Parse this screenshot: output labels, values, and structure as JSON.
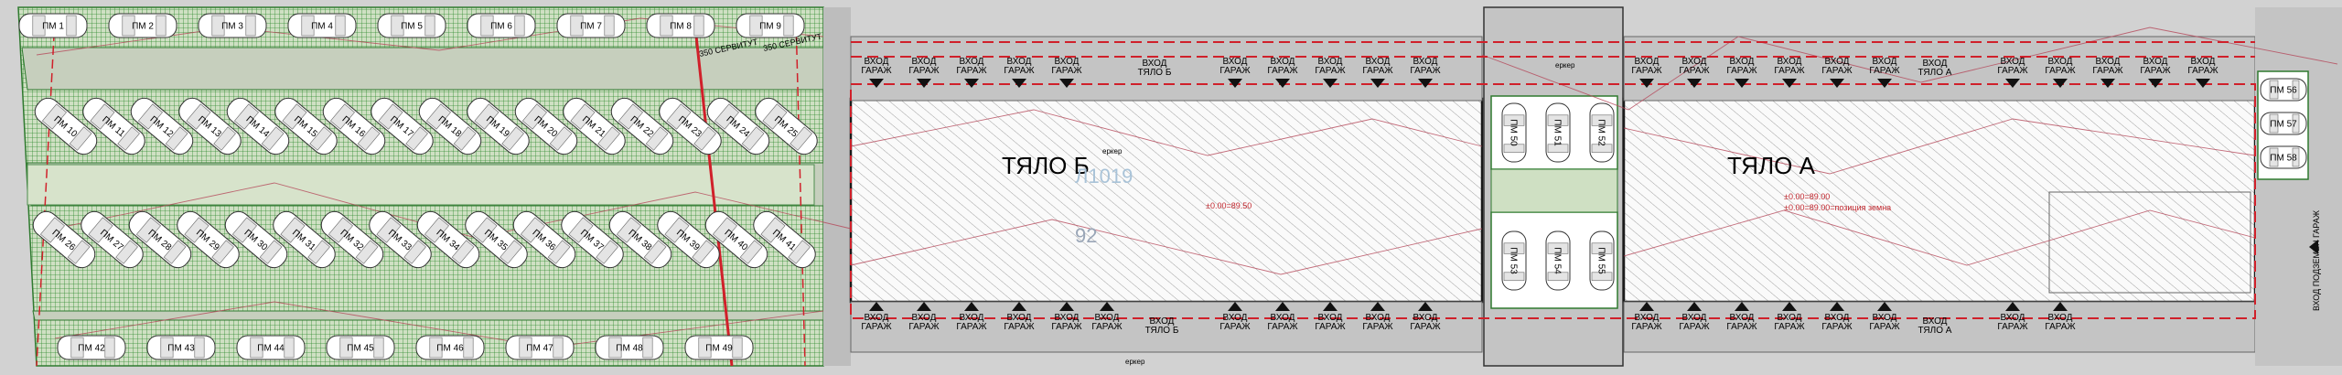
{
  "buildings": {
    "b": {
      "label": "ТЯЛО Б",
      "watermark": "Л1019",
      "number": "92",
      "elevation": "±0.00=89.50",
      "note": "еркер"
    },
    "a": {
      "label": "ТЯЛО А",
      "elevation_1": "±0.00=89.00",
      "elevation_2": "±0.00=89.00=позиция земна"
    }
  },
  "servitude_labels": [
    "350 СЕРВИТУТ",
    "350 СЕРВИТУТ"
  ],
  "garage_entry": {
    "line1": "ВХОД",
    "line2": "ГАРАЖ"
  },
  "building_entries": {
    "b_top": {
      "line1": "ВХОД",
      "line2": "ТЯЛО Б"
    },
    "b_bottom": {
      "line1": "ВХОД",
      "line2": "ТЯЛО Б"
    },
    "a_top": {
      "line1": "ВХОД",
      "line2": "ТЯЛО А"
    },
    "a_bottom": {
      "line1": "ВХОД",
      "line2": "ТЯЛО А"
    }
  },
  "bay_note": "еркер",
  "side_entry": "ВХОД ПОДЗЕМЕН ГАРАЖ",
  "parking_rows": {
    "top": [
      "ПМ 1",
      "ПМ 2",
      "ПМ 3",
      "ПМ 4",
      "ПМ 5",
      "ПМ 6",
      "ПМ 7",
      "ПМ 8",
      "ПМ 9"
    ],
    "diag1": [
      "ПМ 10",
      "ПМ 11",
      "ПМ 12",
      "ПМ 13",
      "ПМ 14",
      "ПМ 15",
      "ПМ 16",
      "ПМ 17",
      "ПМ 18",
      "ПМ 19",
      "ПМ 20",
      "ПМ 21",
      "ПМ 22",
      "ПМ 23",
      "ПМ 24",
      "ПМ 25"
    ],
    "diag2": [
      "ПМ 26",
      "ПМ 27",
      "ПМ 28",
      "ПМ 29",
      "ПМ 30",
      "ПМ 31",
      "ПМ 32",
      "ПМ 33",
      "ПМ 34",
      "ПМ 35",
      "ПМ 36",
      "ПМ 37",
      "ПМ 38",
      "ПМ 39",
      "ПМ 40",
      "ПМ 41"
    ],
    "bottom": [
      "ПМ 42",
      "ПМ 43",
      "ПМ 44",
      "ПМ 45",
      "ПМ 46",
      "ПМ 47",
      "ПМ 48",
      "ПМ 49"
    ],
    "mid_top": [
      "ПМ 50",
      "ПМ 51",
      "ПМ 52"
    ],
    "mid_bottom": [
      "ПМ 53",
      "ПМ 54",
      "ПМ 55"
    ],
    "right": [
      "ПМ 56",
      "ПМ 57",
      "ПМ 58"
    ]
  },
  "colors": {
    "hatch_green": "#3f9a3f",
    "green_fill": "#c7d9b8",
    "boundary_red": "#d0202a",
    "contour": "#b5485a",
    "ground": "#d2d2d2"
  }
}
